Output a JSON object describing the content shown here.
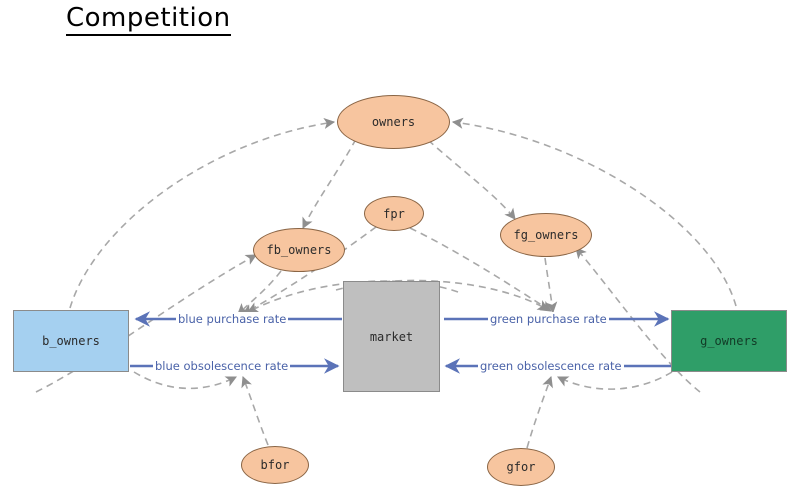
{
  "diagram": {
    "title": "Competition",
    "type": "stock-and-flow",
    "colors": {
      "aux_fill": "#f7c59f",
      "aux_stroke": "#8a6545",
      "blue_stock": "#a5d0f0",
      "green_stock": "#2f9e68",
      "gray_stock": "#bfbfbf",
      "flow_arrow": "#5b73b8",
      "flow_label_text": "#4a62a8",
      "link_dashed": "#a8a8a8",
      "background": "#ffffff"
    }
  },
  "nodes": {
    "owners": {
      "label": "owners",
      "shape": "ellipse"
    },
    "fpr": {
      "label": "fpr",
      "shape": "ellipse"
    },
    "fb_owners": {
      "label": "fb_owners",
      "shape": "ellipse"
    },
    "fg_owners": {
      "label": "fg_owners",
      "shape": "ellipse"
    },
    "bfor": {
      "label": "bfor",
      "shape": "ellipse"
    },
    "gfor": {
      "label": "gfor",
      "shape": "ellipse"
    },
    "b_owners": {
      "label": "b_owners",
      "shape": "rectangle"
    },
    "g_owners": {
      "label": "g_owners",
      "shape": "rectangle"
    },
    "market": {
      "label": "market",
      "shape": "rectangle"
    }
  },
  "flows": {
    "blue_purchase": {
      "label": "blue purchase rate",
      "direction": "left"
    },
    "blue_obsolescence": {
      "label": "blue obsolescence rate",
      "direction": "right"
    },
    "green_purchase": {
      "label": "green purchase rate",
      "direction": "right"
    },
    "green_obsolescence": {
      "label": "green obsolescence rate",
      "direction": "left"
    }
  },
  "links": [
    {
      "from": "b_owners",
      "to": "owners"
    },
    {
      "from": "g_owners",
      "to": "owners"
    },
    {
      "from": "owners",
      "to": "fb_owners"
    },
    {
      "from": "owners",
      "to": "fg_owners"
    },
    {
      "from": "b_owners",
      "to": "fb_owners"
    },
    {
      "from": "g_owners",
      "to": "fg_owners"
    },
    {
      "from": "fb_owners",
      "to": "blue_purchase"
    },
    {
      "from": "fg_owners",
      "to": "green_purchase"
    },
    {
      "from": "fpr",
      "to": "blue_purchase"
    },
    {
      "from": "fpr",
      "to": "green_purchase"
    },
    {
      "from": "market",
      "to": "blue_purchase"
    },
    {
      "from": "market",
      "to": "green_purchase"
    },
    {
      "from": "bfor",
      "to": "blue_obsolescence"
    },
    {
      "from": "gfor",
      "to": "green_obsolescence"
    },
    {
      "from": "b_owners",
      "to": "blue_obsolescence"
    },
    {
      "from": "g_owners",
      "to": "green_obsolescence"
    }
  ]
}
